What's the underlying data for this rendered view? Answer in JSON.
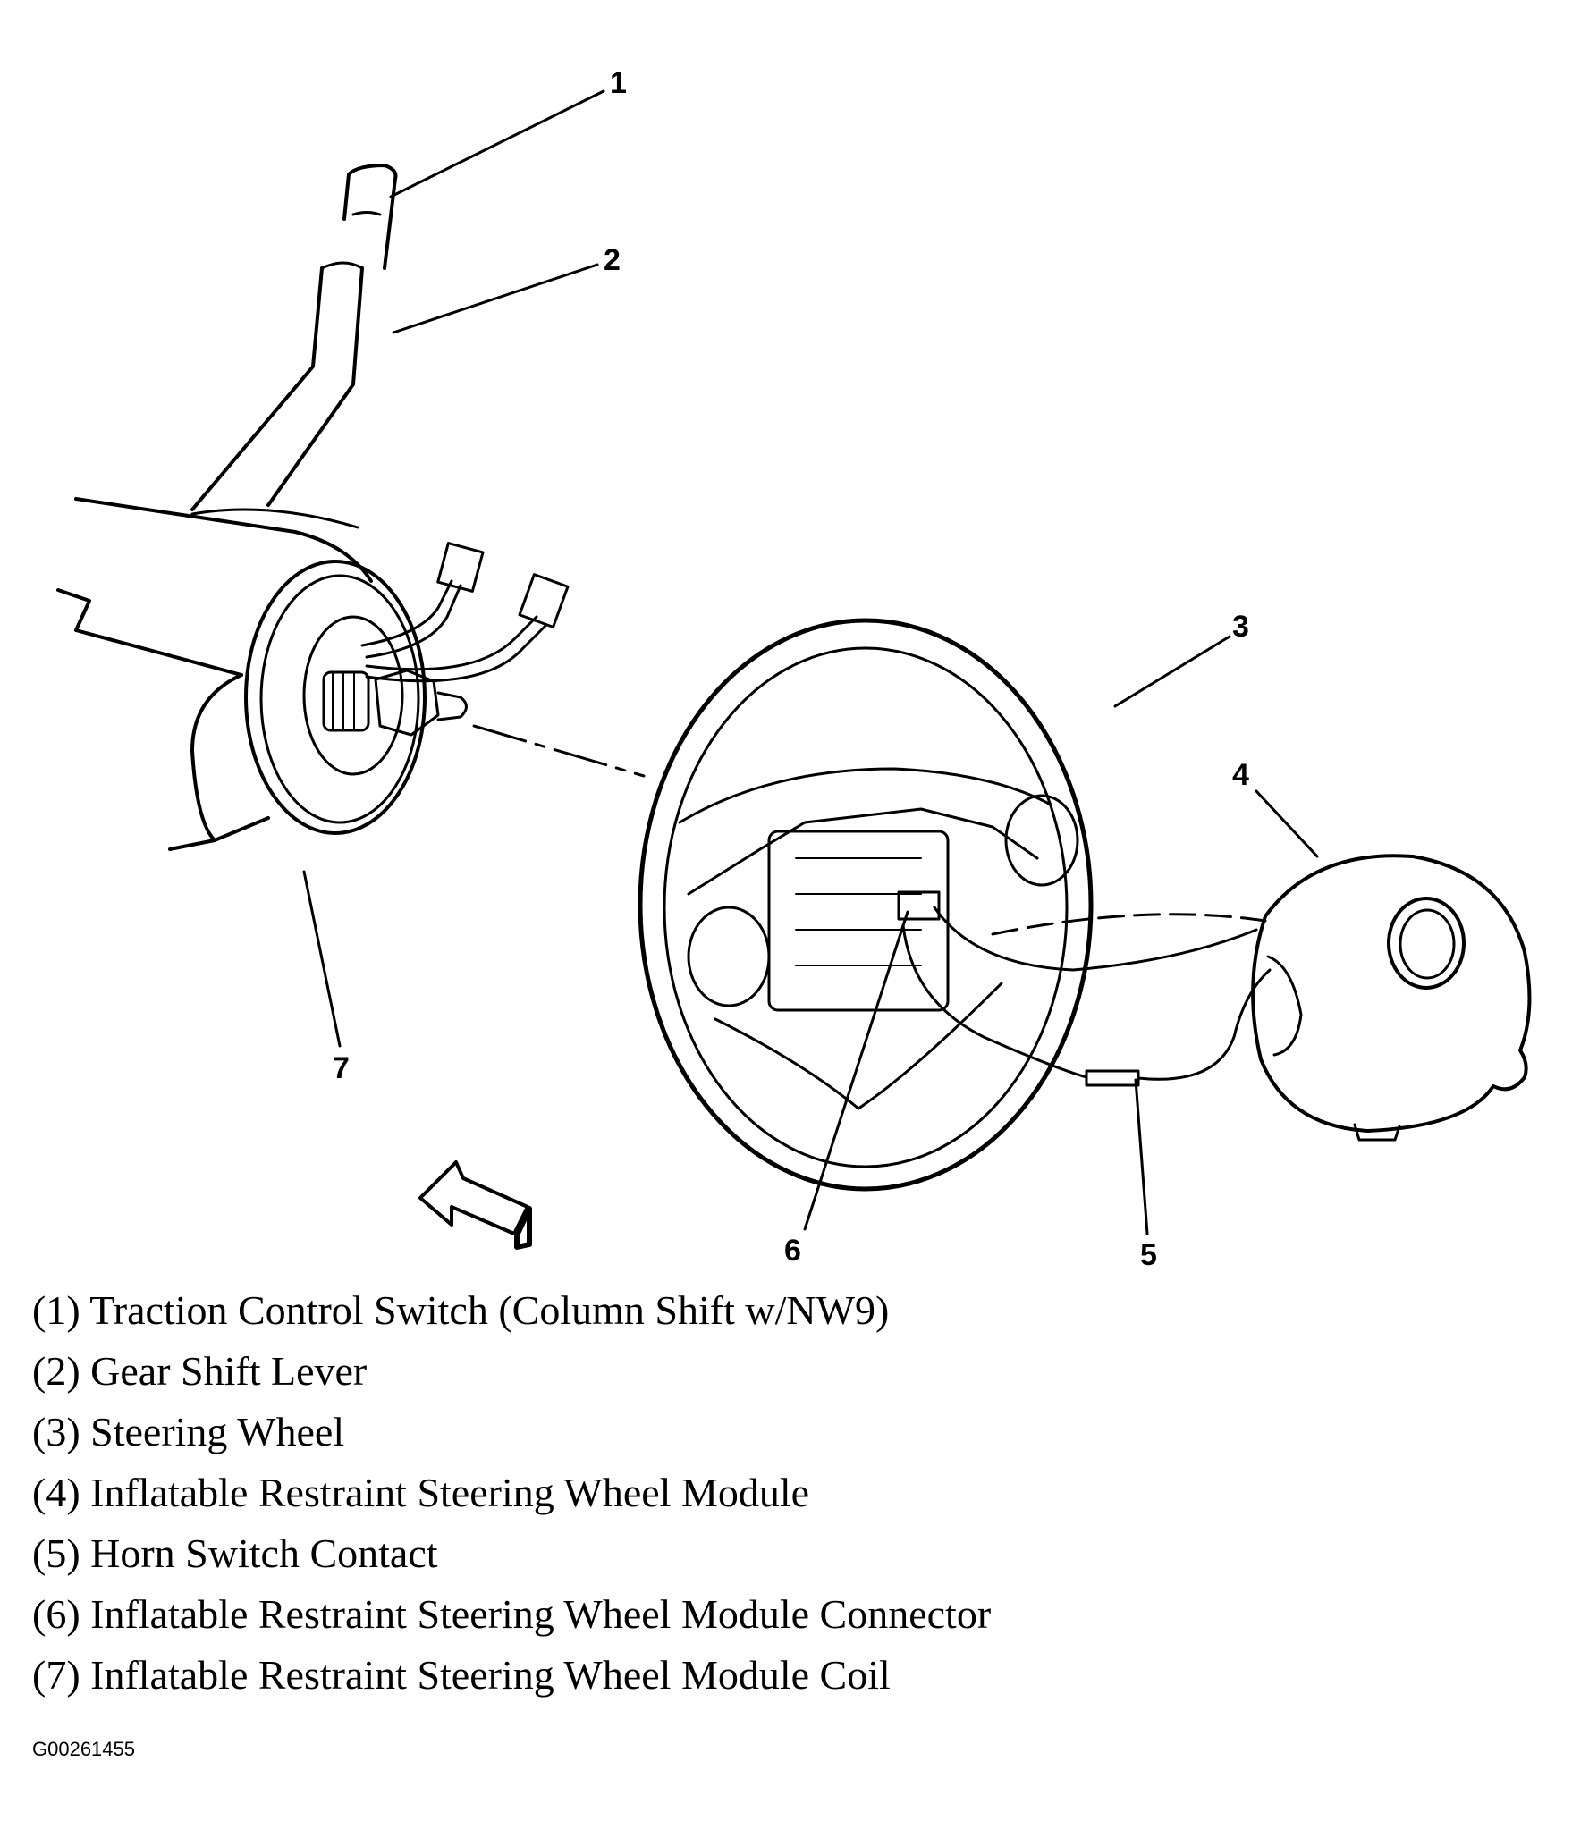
{
  "callouts": [
    "1",
    "2",
    "3",
    "4",
    "5",
    "6",
    "7"
  ],
  "legend": [
    "(1) Traction Control Switch (Column Shift w/NW9)",
    "(2) Gear Shift Lever",
    "(3) Steering Wheel",
    "(4) Inflatable Restraint Steering Wheel Module",
    "(5) Horn Switch Contact",
    "(6) Inflatable Restraint Steering Wheel Module Connector",
    "(7) Inflatable Restraint Steering Wheel Module Coil"
  ],
  "figure_id": "G00261455"
}
